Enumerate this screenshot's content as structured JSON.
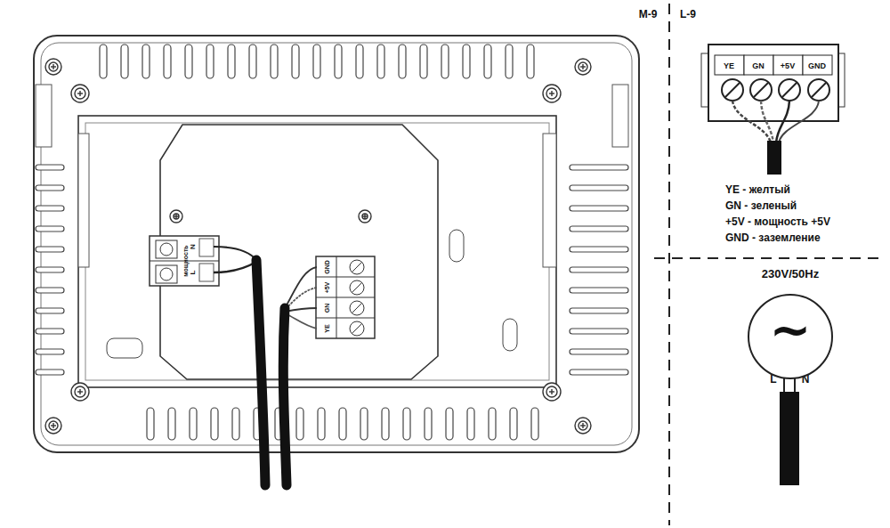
{
  "diagram": {
    "nodes": [
      {
        "text": [
          "230V/50Hz",
          "~"
        ]
      }
    ],
    "labels": [
      "M-9",
      "L-9",
      "мощность",
      "N",
      "L",
      "GND",
      "+5V",
      "GN",
      "YE",
      "YE",
      "GN",
      "+5V",
      "GND",
      "YE - желтый",
      "GN - зеленый",
      "+5V - мощность +5V",
      "GND - заземление",
      "L",
      "N"
    ]
  }
}
